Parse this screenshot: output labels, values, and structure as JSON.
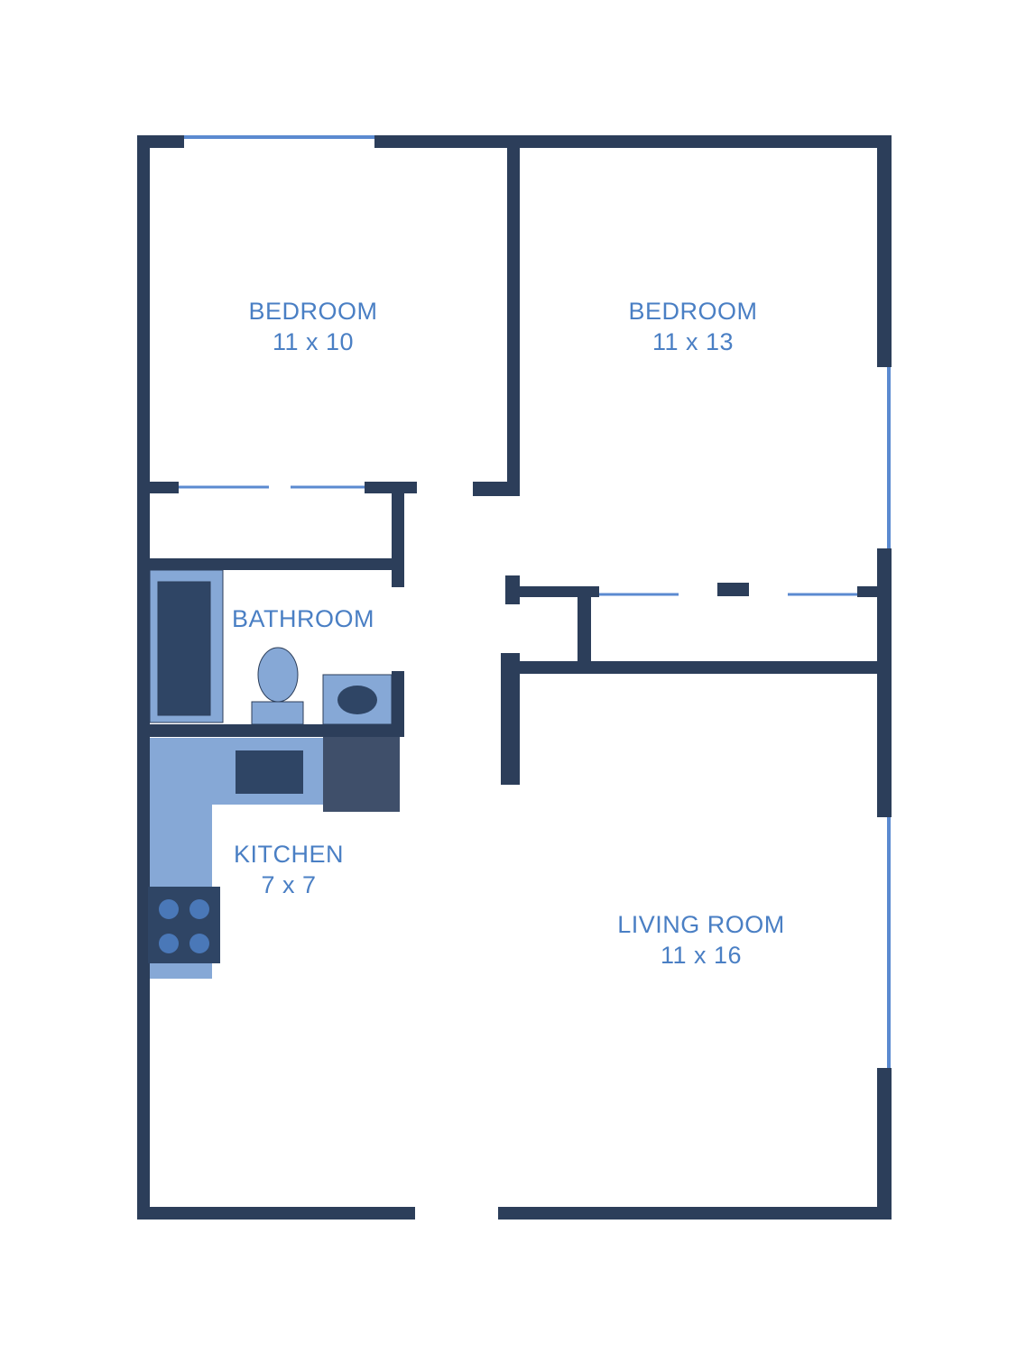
{
  "colors": {
    "wall": "#2c3e5a",
    "window": "#5b8ad0",
    "fixture_light": "#86a8d6",
    "fixture_dark": "#2c3e5a",
    "appliance": "#3f4f6a",
    "label": "#4a7fc4",
    "background": "#ffffff"
  },
  "rooms": {
    "bedroom_1": {
      "name": "BEDROOM",
      "size": "11 x 10"
    },
    "bedroom_2": {
      "name": "BEDROOM",
      "size": "11 x 13"
    },
    "bathroom": {
      "name": "BATHROOM"
    },
    "kitchen": {
      "name": "KITCHEN",
      "size": "7 x 7"
    },
    "living_room": {
      "name": "LIVING ROOM",
      "size": "11 x 16"
    }
  },
  "fixtures": {
    "bathtub": "bathtub-icon",
    "toilet": "toilet-icon",
    "sink": "sink-icon",
    "kitchen_sink": "kitchen-sink-icon",
    "refrigerator": "refrigerator-icon",
    "stove": "stove-icon"
  }
}
